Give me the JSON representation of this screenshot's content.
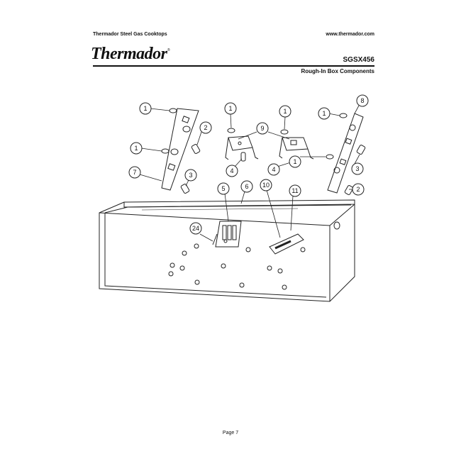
{
  "header": {
    "left": "Thermador Steel Gas Cooktops",
    "right": "www.thermador.com",
    "brand": "Thermador",
    "model": "SGSX456",
    "subtitle": "Rough-In Box Components"
  },
  "callouts": [
    "1",
    "1",
    "1",
    "1",
    "1",
    "1",
    "2",
    "2",
    "3",
    "3",
    "4",
    "4",
    "5",
    "6",
    "7",
    "8",
    "9",
    "10",
    "11",
    "24"
  ],
  "footer": {
    "page": "Page 7"
  }
}
